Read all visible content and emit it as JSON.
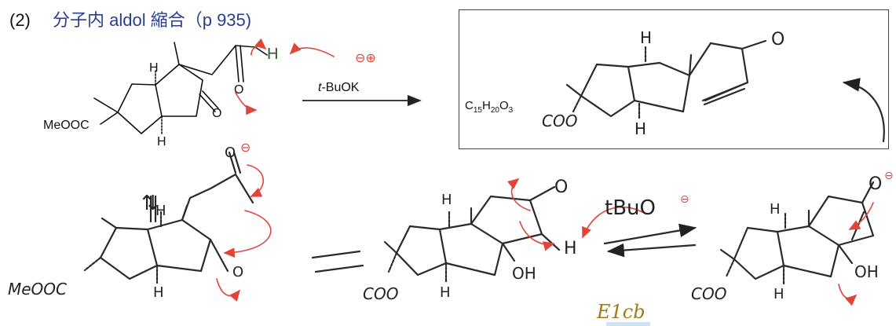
{
  "heading": {
    "number": "(2)",
    "title": "分子内 aldol 縮合（p 935)"
  },
  "reagent": {
    "prefix": "t",
    "name": "-BuOK"
  },
  "product_formula": {
    "c": "C",
    "c_n": "15",
    "h": "H",
    "h_n": "20",
    "o": "O",
    "o_n": "3"
  },
  "charge_mark": "⊖⊕",
  "hand_reagent": "tBuO",
  "mechanism_label": "E1cb",
  "atoms": {
    "H": "H",
    "O": "O",
    "OH": "OH",
    "MeOOC_typed": "MeOOC",
    "MeOOC_hand": "MeOOC",
    "COO_hand": "COO",
    "minus": "⊖"
  },
  "colors": {
    "title": "#2a3d8f",
    "arrow_red": "#e0453a",
    "e1cb": "#a07a16",
    "ink": "#111111"
  },
  "equilibrium_symbol": "⇅"
}
